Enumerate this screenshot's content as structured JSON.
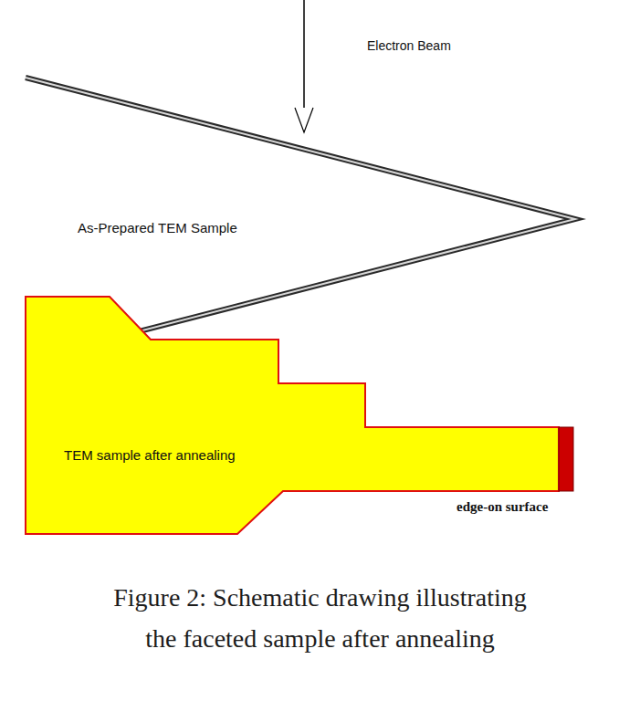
{
  "diagram": {
    "caption": "Figure 2: Schematic drawing illustrating the faceted sample after annealing",
    "nodes": [
      {
        "text": [
          "As-Prepared TEM Sample"
        ]
      },
      {
        "text": [
          "TEM sample after annealing"
        ]
      }
    ],
    "labels": [
      "Electron Beam",
      "edge-on surface"
    ]
  }
}
